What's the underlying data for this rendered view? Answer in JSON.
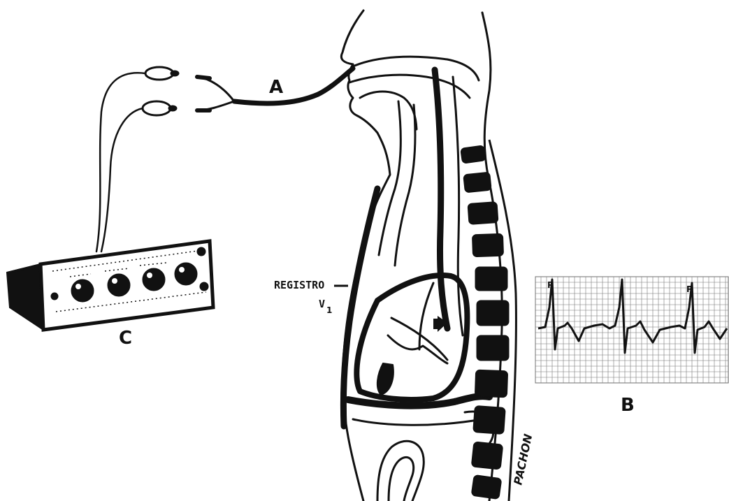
{
  "labels": {
    "a": "A",
    "b": "B",
    "c": "C",
    "registro": "REGISTRO",
    "v1_letter": "V",
    "v1_sub": "1",
    "signature": "PACHON",
    "ecg_p1": "P",
    "ecg_p2": "P"
  },
  "colors": {
    "ink": "#111111",
    "paper": "#ffffff",
    "grid": "#777777"
  }
}
